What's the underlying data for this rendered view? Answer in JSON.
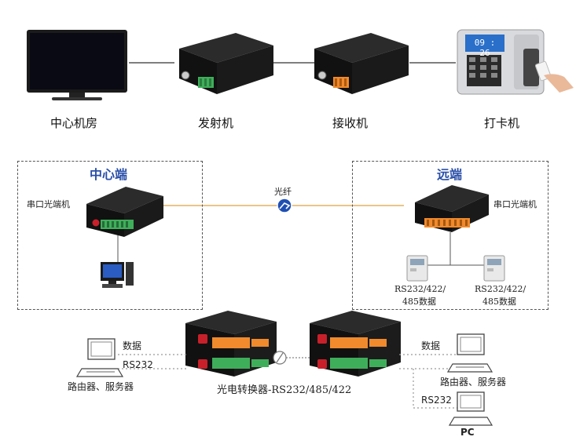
{
  "top_row": {
    "labels": [
      "中心机房",
      "发射机",
      "接收机",
      "打卡机"
    ],
    "clock_display": "09 : 26"
  },
  "center_box": {
    "title": "中心端",
    "device_label": "串口光端机"
  },
  "remote_box": {
    "title": "远端",
    "device_label": "串口光端机",
    "meter_left_label_1": "RS232/422/",
    "meter_left_label_2": "485数据",
    "meter_right_label_1": "RS232/422/",
    "meter_right_label_2": "485数据"
  },
  "fiber_label": "光纤",
  "bottom": {
    "left_data_label": "数据",
    "left_rs_label": "RS232",
    "left_device_caption": "路由器、服务器",
    "right_data_label": "数据",
    "right_device_caption": "路由器、服务器",
    "right_rs_label": "RS232",
    "pc_label": "PC",
    "converter_caption": "光电转换器-RS232/485/422"
  },
  "colors": {
    "fiber_line": "#e0a040",
    "blue_title": "#2a4fa8",
    "green_terminal": "#3fae5a",
    "orange_terminal": "#f08a2c"
  }
}
